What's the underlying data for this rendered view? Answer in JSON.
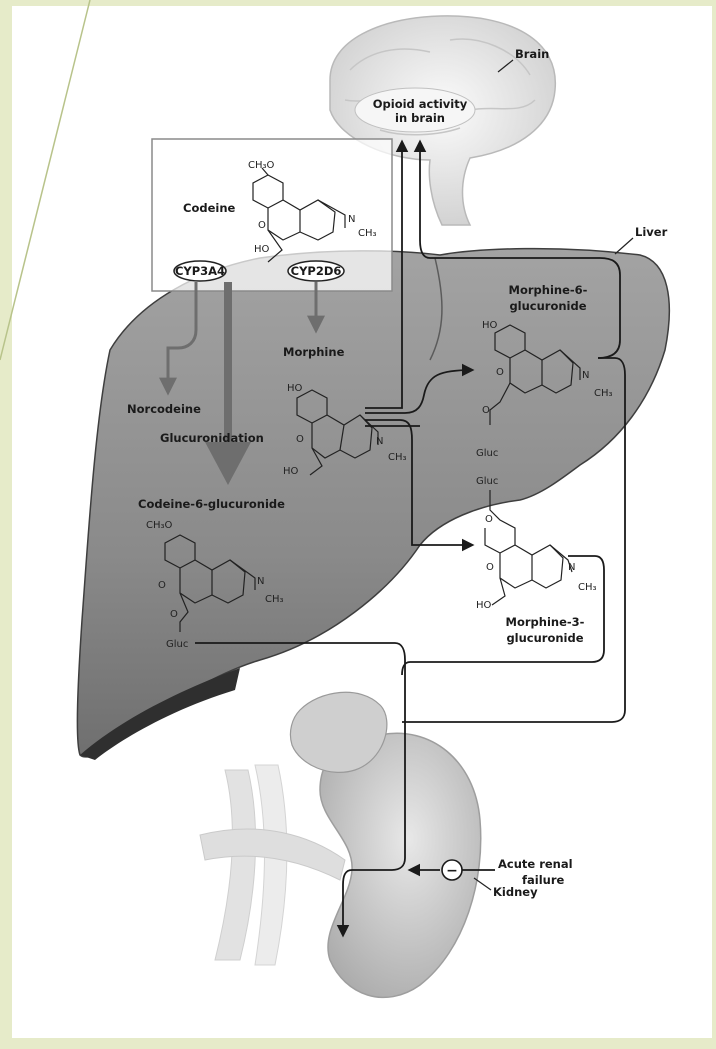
{
  "labels": {
    "brain": "Brain",
    "opioid_line1": "Opioid activity",
    "opioid_line2": "in brain",
    "liver": "Liver",
    "codeine": "Codeine",
    "cyp3a4": "CYP3A4",
    "cyp2d6": "CYP2D6",
    "morphine": "Morphine",
    "norcodeine": "Norcodeine",
    "glucuronidation": "Glucuronidation",
    "codeine6g": "Codeine-6-glucuronide",
    "m6g_line1": "Morphine-6-",
    "m6g_line2": "glucuronide",
    "m3g_line1": "Morphine-3-",
    "m3g_line2": "glucuronide",
    "arf_line1": "Acute renal",
    "arf_line2": "failure",
    "kidney": "Kidney",
    "inhibit_symbol": "−"
  },
  "chem": {
    "ch3o": "CH₃O",
    "ho": "HO",
    "n": "N",
    "ch3": "CH₃",
    "o": "O",
    "gluc": "Gluc"
  },
  "colors": {
    "background": "#e6ebc9",
    "panel": "#ffffff",
    "liver": "#8e8e8e",
    "liver_dark": "#3a3a3a",
    "arrow": "#1a1a1a",
    "cyp_arrow": "#6e6e6e"
  }
}
